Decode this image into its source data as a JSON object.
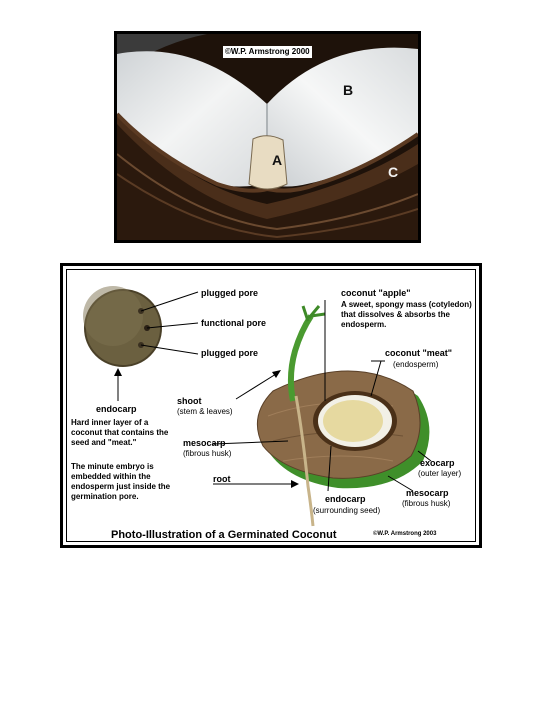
{
  "photo": {
    "copyright": "©W.P. Armstrong 2000",
    "labels": {
      "a": "A",
      "b": "B",
      "c": "C"
    }
  },
  "illustration": {
    "labels": {
      "plugged_pore_1": "plugged pore",
      "functional_pore": "functional pore",
      "plugged_pore_2": "plugged pore",
      "coconut_apple": "coconut \"apple\"",
      "coconut_apple_desc": "A sweet, spongy mass (cotyledon) that dissolves & absorbs the endosperm.",
      "coconut_meat": "coconut \"meat\"",
      "coconut_meat_sub": "(endosperm)",
      "endocarp_left": "endocarp",
      "endocarp_left_desc": "Hard inner layer of a coconut that contains the seed and \"meat.\"",
      "embryo_desc": "The minute embryo is embedded within the endosperm just inside the germination pore.",
      "shoot": "shoot",
      "shoot_sub": "(stem & leaves)",
      "mesocarp_left": "mesocarp",
      "mesocarp_left_sub": "(fibrous husk)",
      "root": "root",
      "exocarp": "exocarp",
      "exocarp_sub": "(outer layer)",
      "mesocarp_right": "mesocarp",
      "mesocarp_right_sub": "(fibrous husk)",
      "endocarp_bottom": "endocarp",
      "endocarp_bottom_sub": "(surrounding seed)"
    },
    "caption": "Photo-Illustration of a Germinated Coconut",
    "copyright": "©W.P. Armstrong 2003"
  },
  "colors": {
    "meat": "#f2f0e6",
    "shell": "#3a2414",
    "husk": "#8a6a48",
    "exocarp": "#3f8f2a",
    "apple": "#e6d9a0"
  }
}
